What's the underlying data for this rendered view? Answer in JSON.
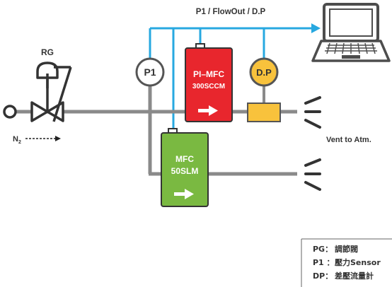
{
  "signal_label": "P1 / FlowOut / D.P",
  "regulator": {
    "label": "RG"
  },
  "gas": {
    "label_main": "N",
    "label_sub": "2"
  },
  "p1_gauge": {
    "label": "P1"
  },
  "dp_gauge": {
    "label": "D.P"
  },
  "pi_mfc": {
    "line1": "PI–MFC",
    "line2": "300SCCM"
  },
  "mfc": {
    "line1": "MFC",
    "line2": "50SLM"
  },
  "vent_label": "Vent to Atm.",
  "legend": {
    "rows": [
      {
        "key": "PG：",
        "value": "調節閥"
      },
      {
        "key": "P1 ：",
        "value": "壓力Sensor"
      },
      {
        "key": "DP：",
        "value": "差壓流量計"
      }
    ]
  },
  "colors": {
    "pipe": "#8a8a8a",
    "signal": "#27a8e0",
    "pi_mfc": "#e8262d",
    "mfc": "#7ab941",
    "dp": "#f8c23c",
    "laptop": "#4d4d4d"
  }
}
